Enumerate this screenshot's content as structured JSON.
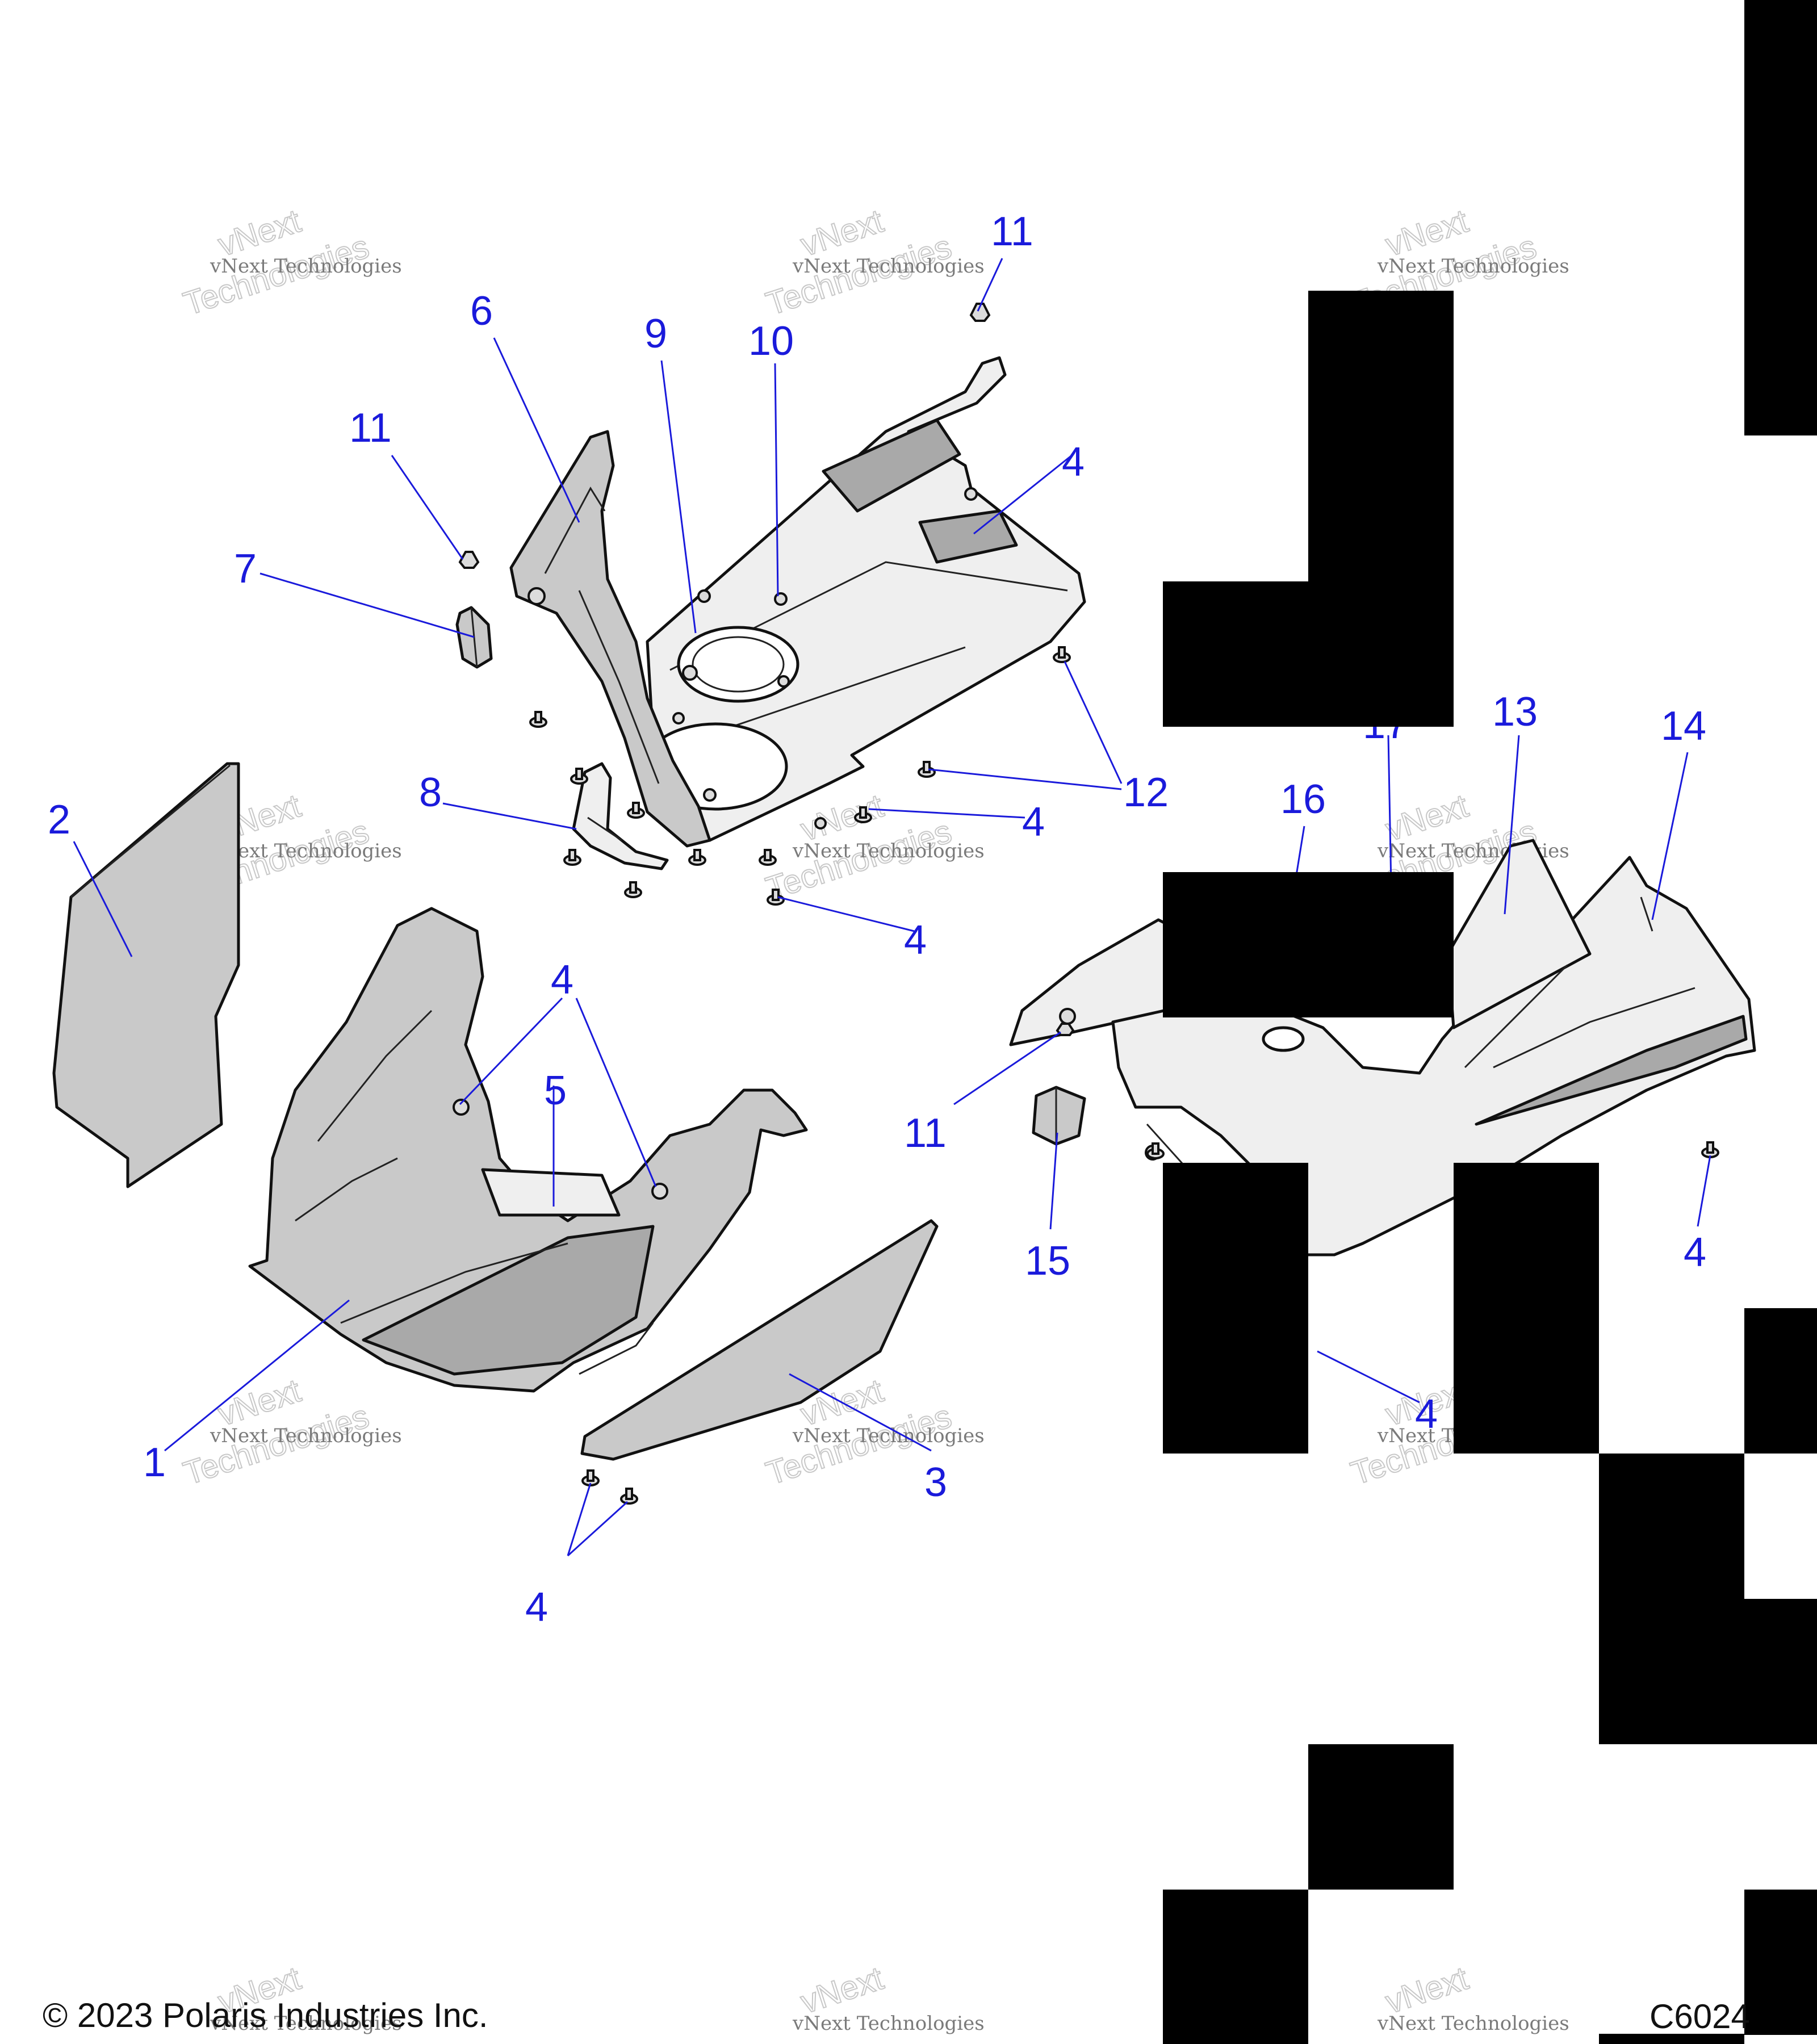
{
  "watermark": {
    "line": "vNext Technologies",
    "big_top": "vNext",
    "big_bottom": "Technologies"
  },
  "callouts": [
    {
      "id": "c1",
      "label": "1"
    },
    {
      "id": "c2",
      "label": "2"
    },
    {
      "id": "c3",
      "label": "3"
    },
    {
      "id": "c4a",
      "label": "4"
    },
    {
      "id": "c4b",
      "label": "4"
    },
    {
      "id": "c4c",
      "label": "4"
    },
    {
      "id": "c4d",
      "label": "4"
    },
    {
      "id": "c4e",
      "label": "4"
    },
    {
      "id": "c4f",
      "label": "4"
    },
    {
      "id": "c4g",
      "label": "4"
    },
    {
      "id": "c5",
      "label": "5"
    },
    {
      "id": "c6",
      "label": "6"
    },
    {
      "id": "c7",
      "label": "7"
    },
    {
      "id": "c8",
      "label": "8"
    },
    {
      "id": "c9",
      "label": "9"
    },
    {
      "id": "c10",
      "label": "10"
    },
    {
      "id": "c11a",
      "label": "11"
    },
    {
      "id": "c11b",
      "label": "11"
    },
    {
      "id": "c11c",
      "label": "11"
    },
    {
      "id": "c12",
      "label": "12"
    },
    {
      "id": "c13",
      "label": "13"
    },
    {
      "id": "c14",
      "label": "14"
    },
    {
      "id": "c15",
      "label": "15"
    },
    {
      "id": "c16",
      "label": "16"
    },
    {
      "id": "c17",
      "label": "17"
    }
  ],
  "footer": {
    "copyright": "© 2023 Polaris Industries Inc.",
    "figure_code": "C6024"
  },
  "colors": {
    "callout": "#1a1adb",
    "redaction": "#000000"
  }
}
